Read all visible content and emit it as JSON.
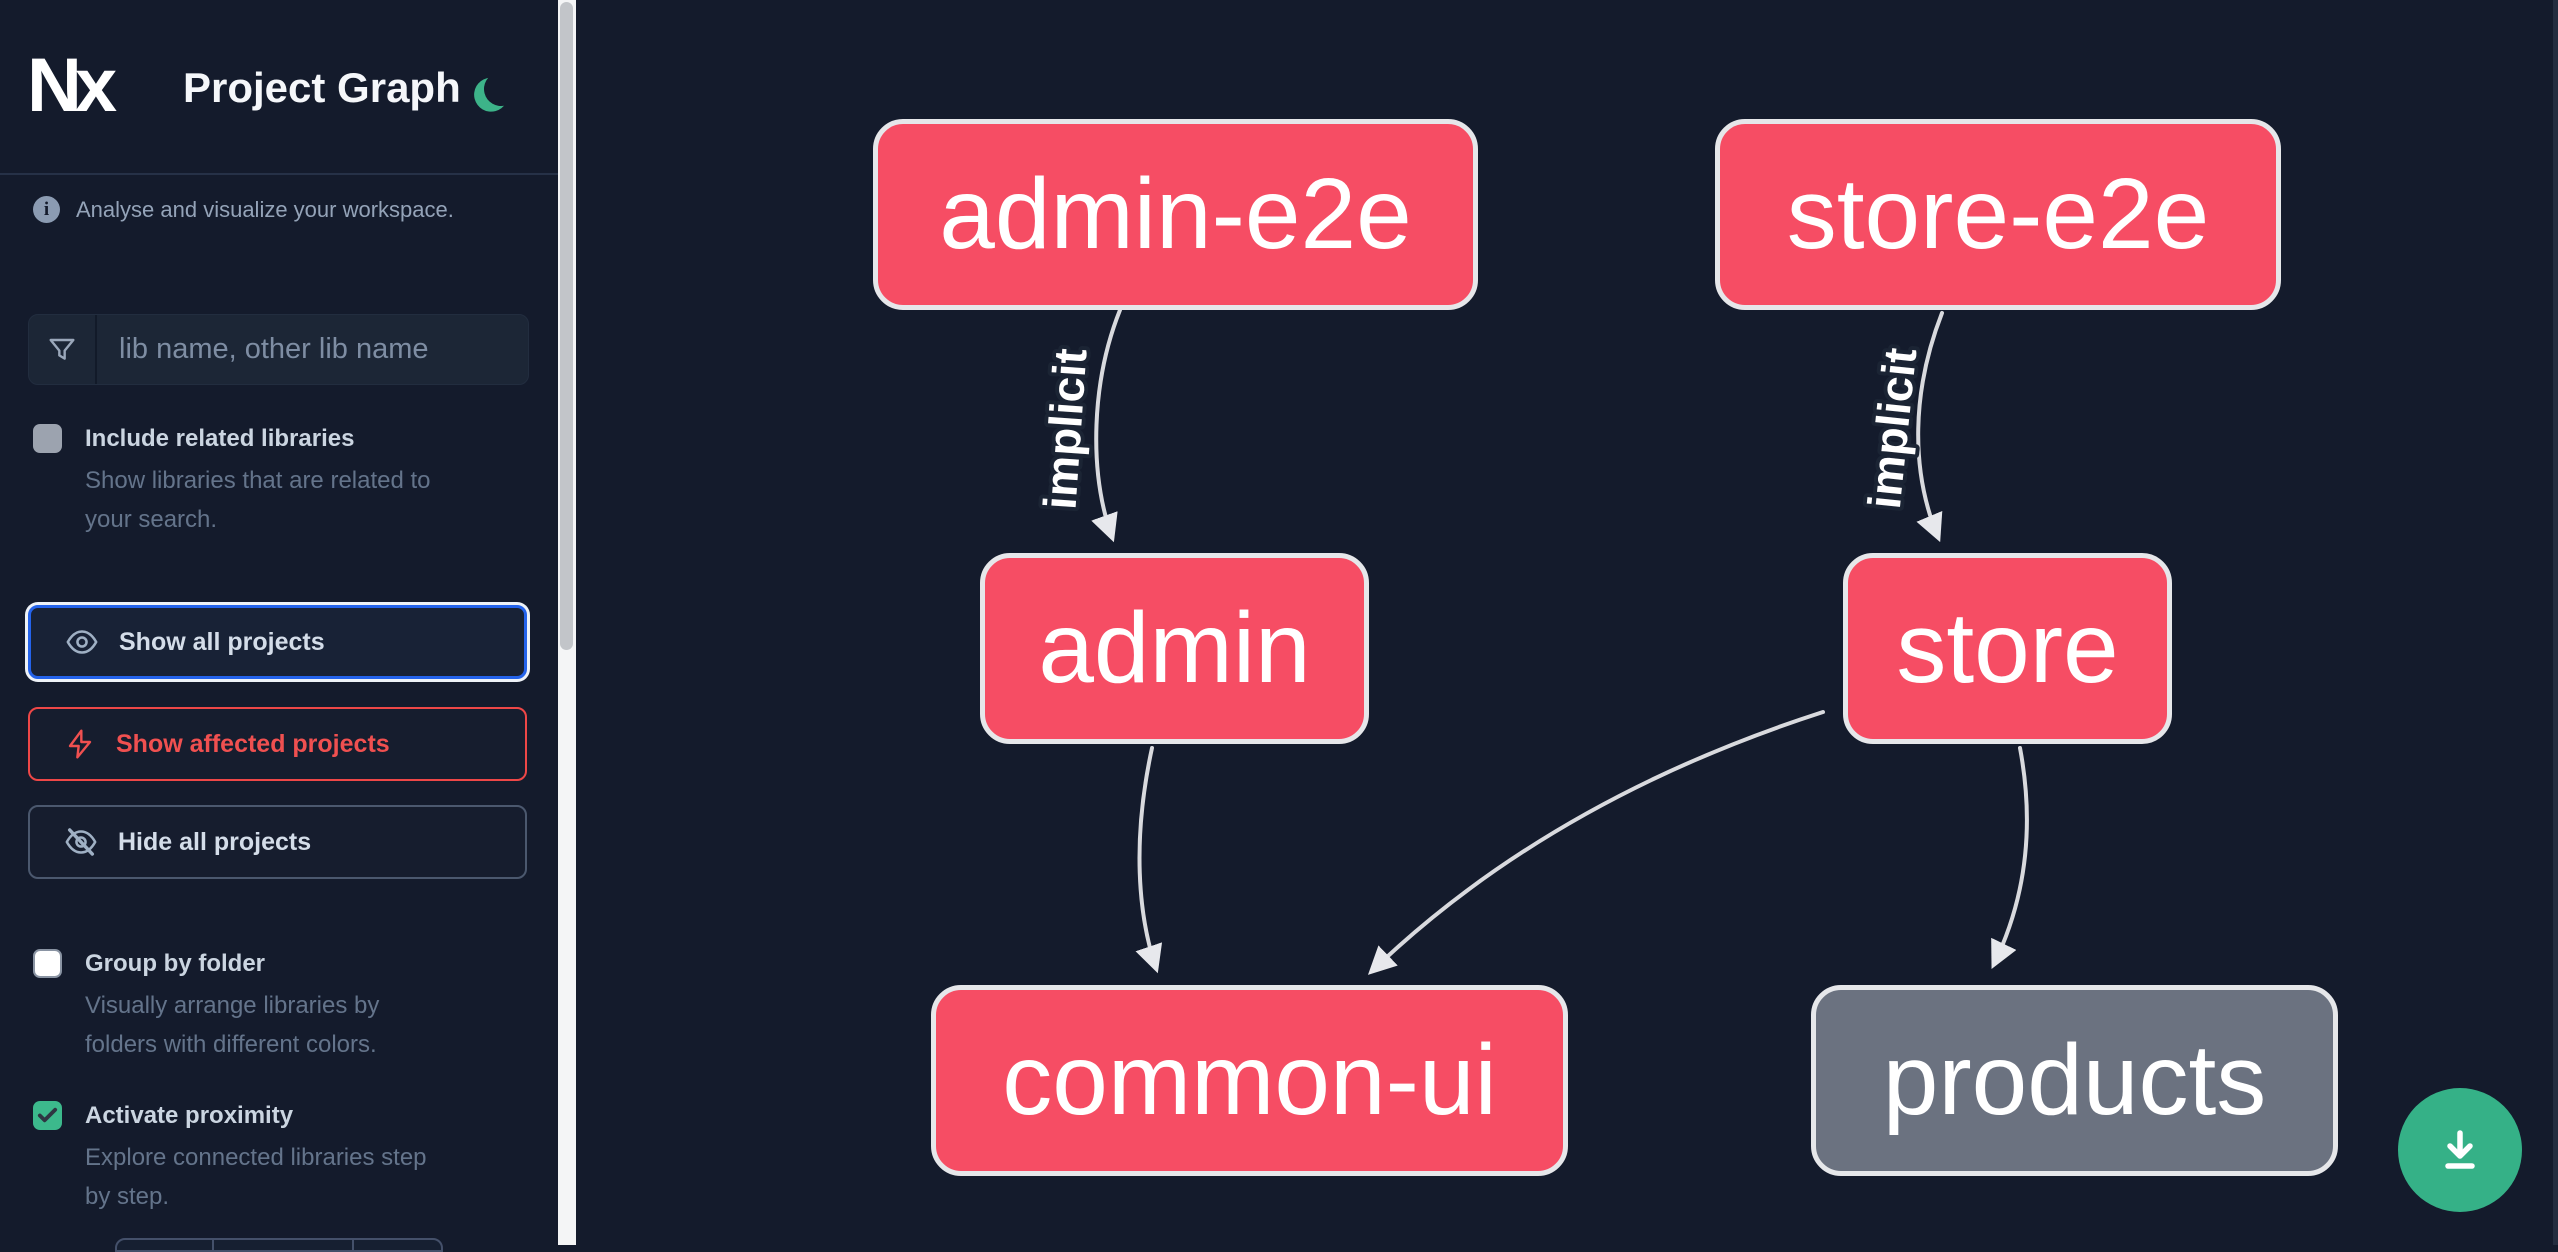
{
  "app": {
    "logo_text": "Nx",
    "title": "Project Graph"
  },
  "header": {
    "theme_toggle_icon": "moon-icon"
  },
  "sidebar": {
    "info_text": "Analyse and visualize your workspace.",
    "search": {
      "icon": "filter-icon",
      "placeholder": "lib name, other lib name",
      "value": ""
    },
    "toggles": [
      {
        "label": "Include related libraries",
        "description": "Show libraries that are related to\nyour search.",
        "checked": false
      },
      {
        "label": "Group by folder",
        "description": "Visually arrange libraries by\nfolders with different colors.",
        "checked": false
      },
      {
        "label": "Activate proximity",
        "description": "Explore connected libraries step\nby step.",
        "checked": true
      }
    ],
    "actions": [
      {
        "label": "Show all projects",
        "icon": "eye-icon",
        "state": "focused"
      },
      {
        "label": "Show affected projects",
        "icon": "bolt-icon",
        "state": "affected"
      },
      {
        "label": "Hide all projects",
        "icon": "eye-off-icon",
        "state": "default"
      }
    ]
  },
  "graph": {
    "nodes": [
      {
        "id": "admin-e2e",
        "label": "admin-e2e",
        "kind": "affected-app"
      },
      {
        "id": "store-e2e",
        "label": "store-e2e",
        "kind": "affected-app"
      },
      {
        "id": "admin",
        "label": "admin",
        "kind": "affected-app"
      },
      {
        "id": "store",
        "label": "store",
        "kind": "affected-app"
      },
      {
        "id": "common-ui",
        "label": "common-ui",
        "kind": "affected-lib"
      },
      {
        "id": "products",
        "label": "products",
        "kind": "lib"
      }
    ],
    "edges": [
      {
        "source": "admin-e2e",
        "target": "admin",
        "label": "implicit"
      },
      {
        "source": "store-e2e",
        "target": "store",
        "label": "implicit"
      },
      {
        "source": "admin",
        "target": "common-ui",
        "label": ""
      },
      {
        "source": "store",
        "target": "common-ui",
        "label": ""
      },
      {
        "source": "store",
        "target": "products",
        "label": ""
      }
    ],
    "download_button_icon": "download-icon"
  },
  "colors": {
    "background": "#141b2c",
    "node_affected": "#f64d64",
    "node_plain": "#6b7280",
    "node_border": "#e6e7ea",
    "edge": "#d9dade",
    "accent_green": "#3db389",
    "focus_blue": "#2463eb",
    "affected_red": "#ee4747"
  }
}
